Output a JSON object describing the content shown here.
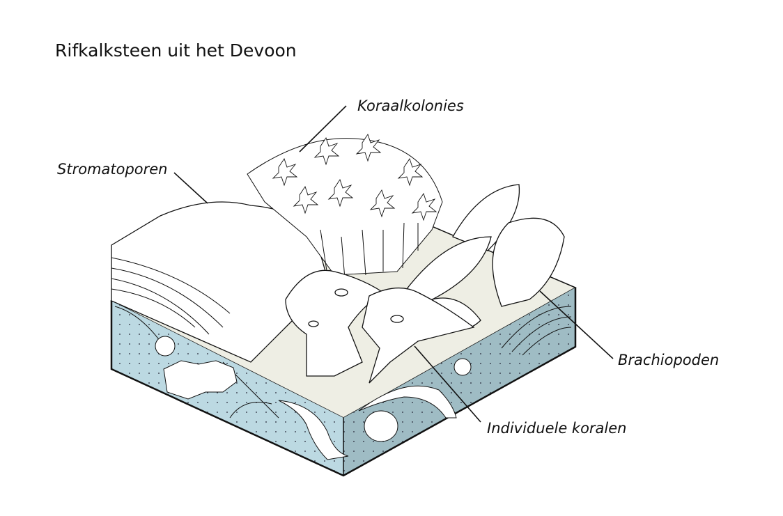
{
  "title": "Rifkalksteen uit het Devoon",
  "labels": {
    "coral_colonies": "Koraalkolonies",
    "stromatoporoids": "Stromatoporen",
    "brachiopods": "Brachiopoden",
    "individual_corals": "Individuele koralen"
  },
  "colors": {
    "left_face": "#bcd9e2",
    "right_face": "#9fbcc4",
    "top_face": "#eeeee4",
    "line": "#111111"
  }
}
